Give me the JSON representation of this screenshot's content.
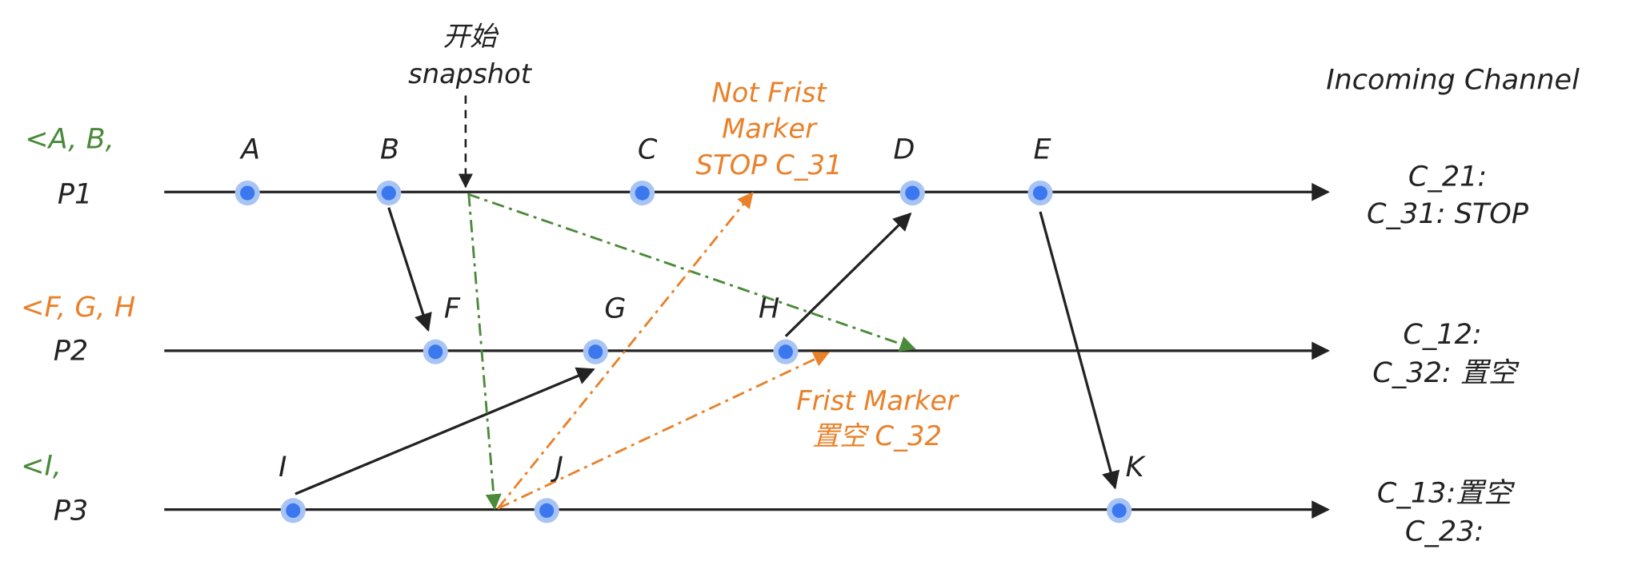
{
  "start": {
    "line1": "开始",
    "line2": "snapshot"
  },
  "channel_header": "Incoming Channel",
  "processes": [
    {
      "id": "p1",
      "name": "P1",
      "recorded": "<A, B,"
    },
    {
      "id": "p2",
      "name": "P2",
      "recorded": "<F, G, H"
    },
    {
      "id": "p3",
      "name": "P3",
      "recorded": "<I,"
    }
  ],
  "events": [
    {
      "id": "A",
      "label": "A"
    },
    {
      "id": "B",
      "label": "B"
    },
    {
      "id": "C",
      "label": "C"
    },
    {
      "id": "D",
      "label": "D"
    },
    {
      "id": "E",
      "label": "E"
    },
    {
      "id": "F",
      "label": "F"
    },
    {
      "id": "G",
      "label": "G"
    },
    {
      "id": "H",
      "label": "H"
    },
    {
      "id": "I",
      "label": "I"
    },
    {
      "id": "J",
      "label": "J"
    },
    {
      "id": "K",
      "label": "K"
    }
  ],
  "channels": {
    "p1": [
      "C_21:",
      "C_31: STOP"
    ],
    "p2": [
      "C_12:",
      "C_32: 置空"
    ],
    "p3": [
      "C_13:置空",
      "C_23:"
    ]
  },
  "annotations": {
    "not_first": [
      "Not Frist",
      "Marker",
      "STOP C_31"
    ],
    "first": [
      "Frist Marker",
      "置空 C_32"
    ]
  },
  "colors": {
    "line": "#222222",
    "dot_outer": "#a8c4f5",
    "dot_inner": "#3b78f0",
    "green": "#4a8a3a",
    "orange": "#e8812a"
  }
}
